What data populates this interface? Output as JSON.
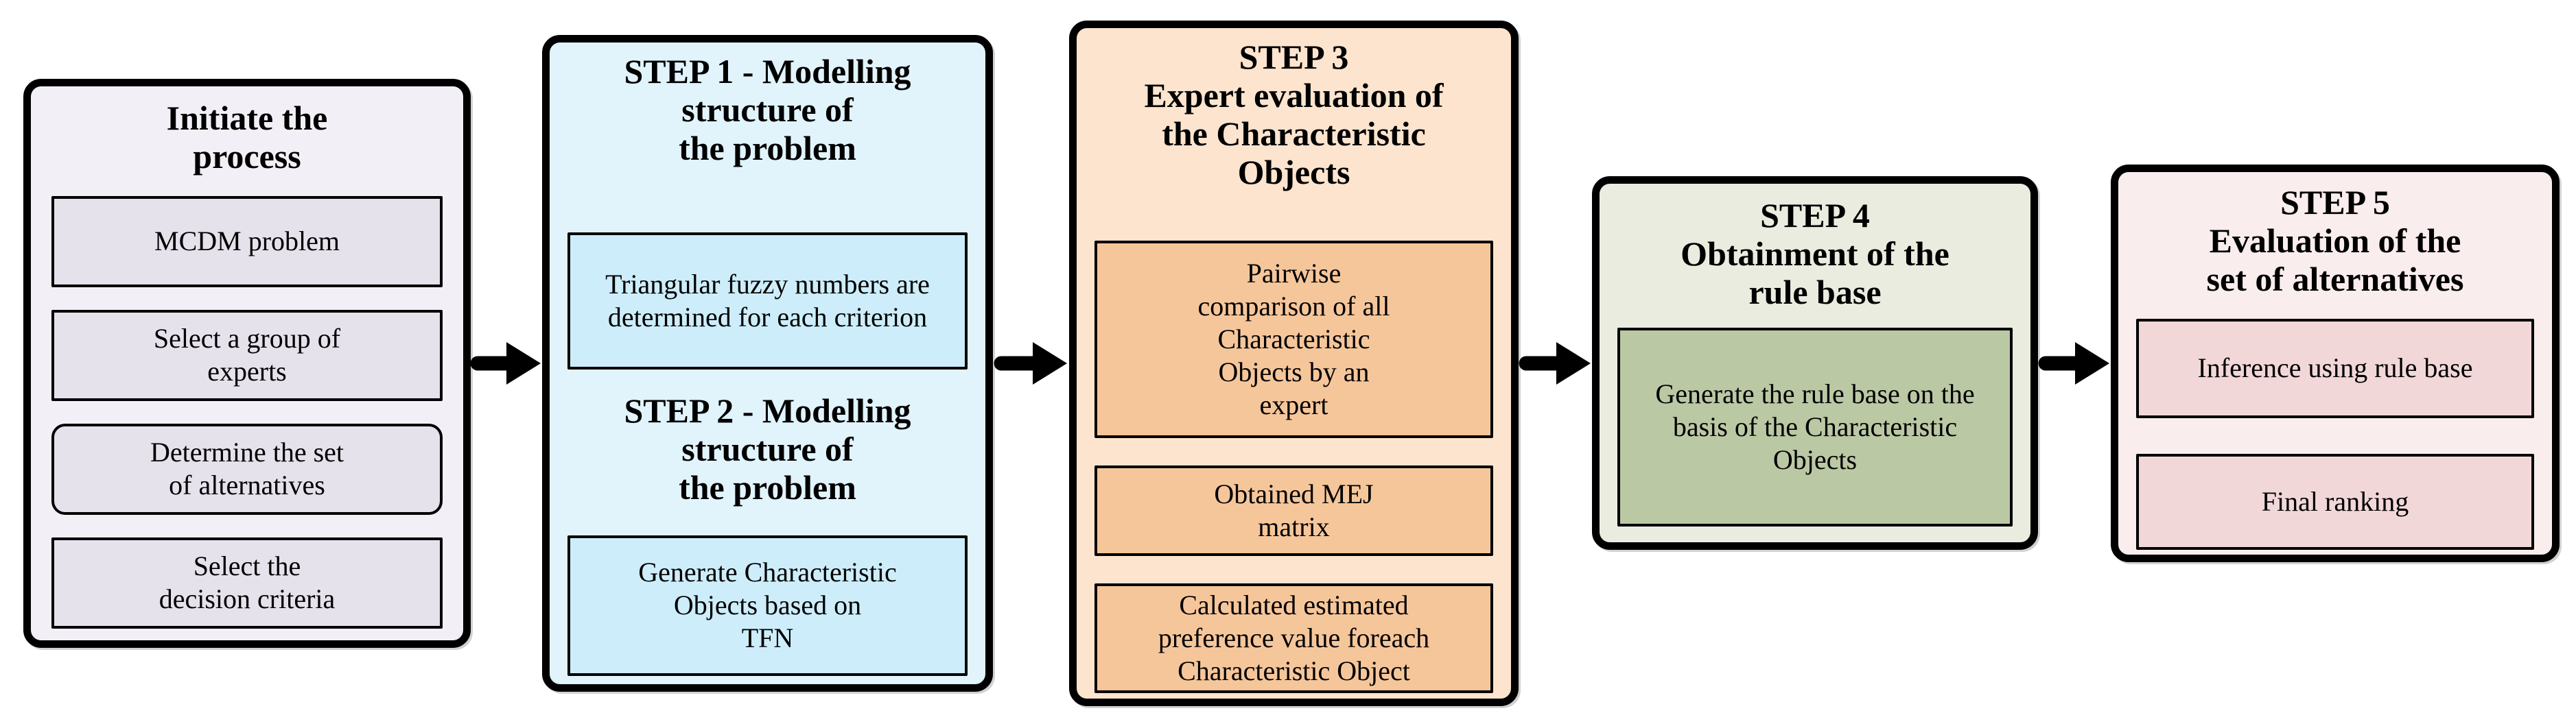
{
  "figure": {
    "background": "#ffffff",
    "border_color": "#000000",
    "arrow_color": "#000000",
    "stage1": {
      "fill": "#f2f0f6",
      "item_fill": "#e5e2ec",
      "title": "Initiate the\nprocess",
      "item1": "MCDM problem",
      "item2": "Select a group of\nexperts",
      "item3": "Determine the set\nof alternatives",
      "item4": "Select the\ndecision criteria"
    },
    "stage2": {
      "fill": "#e1f3fb",
      "item_fill": "#cdedfa",
      "step1_title": "STEP 1 - Modelling\nstructure of\nthe problem",
      "step1_item": "Triangular fuzzy numbers are\ndetermined for each criterion",
      "step2_title": "STEP 2 - Modelling\nstructure of\nthe problem",
      "step2_item": "Generate Characteristic\nObjects based on\nTFN"
    },
    "stage3": {
      "fill": "#fce4ce",
      "item_fill": "#f6c69b",
      "title": "STEP 3\nExpert evaluation of\nthe Characteristic\nObjects",
      "item1": "Pairwise\ncomparison of all\nCharacteristic\nObjects by an\nexpert",
      "item2": "Obtained MEJ\nmatrix",
      "item3": "Calculated estimated\npreference value foreach\nCharacteristic Object"
    },
    "stage4": {
      "fill": "#e9ecdf",
      "item_fill": "#bbc8a4",
      "title": "STEP 4\nObtainment of the\nrule base",
      "item1": "Generate the rule base on the\nbasis of the Characteristic\nObjects"
    },
    "stage5": {
      "fill": "#f9edee",
      "item_fill": "#f2d7d9",
      "title": "STEP 5\nEvaluation of the\nset of alternatives",
      "item1": "Inference using rule base",
      "item2": "Final ranking"
    }
  }
}
